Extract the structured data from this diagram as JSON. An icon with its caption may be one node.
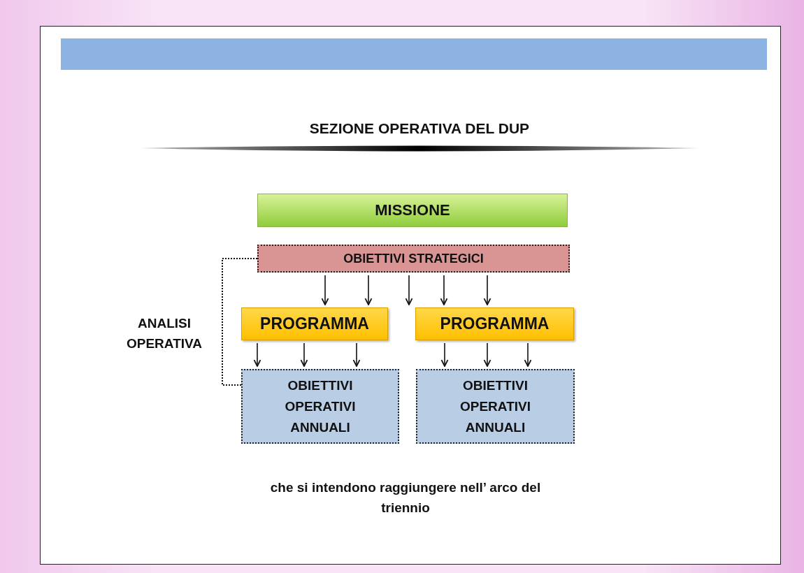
{
  "diagram": {
    "title": "SEZIONE OPERATIVA DEL DUP",
    "nodes": [
      {
        "text": [
          "MISSIONE"
        ]
      },
      {
        "text": [
          "OBIETTIVI STRATEGICI"
        ]
      },
      {
        "text": [
          "PROGRAMMA"
        ]
      },
      {
        "text": [
          "PROGRAMMA"
        ]
      },
      {
        "text": [
          "OBIETTIVI OPERATIVI ANNUALI"
        ]
      },
      {
        "text": [
          "OBIETTIVI OPERATIVI ANNUALI"
        ]
      }
    ],
    "edges": [
      {
        "from": 1,
        "to": 2,
        "arrow": "to"
      },
      {
        "from": 1,
        "to": 2,
        "arrow": "to"
      },
      {
        "from": 1,
        "to": 3,
        "arrow": "to"
      },
      {
        "from": 1,
        "to": 3,
        "arrow": "to"
      },
      {
        "from": 1,
        "to": 3,
        "arrow": "to"
      },
      {
        "from": 2,
        "to": 4,
        "arrow": "to"
      },
      {
        "from": 2,
        "to": 4,
        "arrow": "to"
      },
      {
        "from": 2,
        "to": 4,
        "arrow": "to"
      },
      {
        "from": 3,
        "to": 5,
        "arrow": "to"
      },
      {
        "from": 3,
        "to": 5,
        "arrow": "to"
      },
      {
        "from": 3,
        "to": 5,
        "arrow": "to"
      },
      {
        "from": 1,
        "to": 4,
        "arrow": "none",
        "style": "dashed"
      }
    ],
    "labels": [
      "ANALISI OPERATIVA",
      "che si intendono raggiungere nell’ arco del triennio"
    ]
  }
}
